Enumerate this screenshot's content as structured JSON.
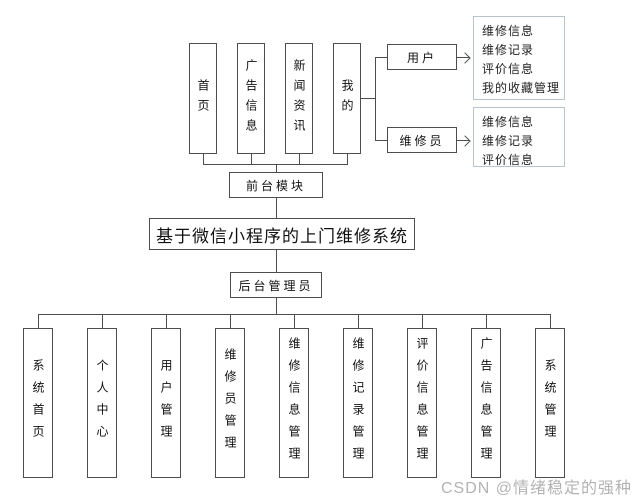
{
  "diagram": {
    "front_pages": [
      "首页",
      "广告信息",
      "新闻资讯",
      "我的"
    ],
    "front_module_label": "前台模块",
    "system_title": "基于微信小程序的上门维修系统",
    "back_admin_label": "后台管理员",
    "back_modules": [
      "系统首页",
      "个人中心",
      "用户管理",
      "维修员管理",
      "维修信息管理",
      "维修记录管理",
      "评价信息管理",
      "广告信息管理",
      "系统管理"
    ],
    "roles": [
      {
        "label": "用户",
        "features": [
          "维修信息",
          "维修记录",
          "评价信息",
          "我的收藏管理"
        ]
      },
      {
        "label": "维修员",
        "features": [
          "维修信息",
          "维修记录",
          "评价信息"
        ]
      }
    ],
    "watermark": "CSDN @情绪稳定的强种",
    "colors": {
      "line": "#4d4d4d",
      "box_border": "#4d4d4d",
      "list_border": "#b9c3cb",
      "text": "#111111",
      "watermark": "#b3b3b3",
      "background": "#ffffff"
    }
  }
}
